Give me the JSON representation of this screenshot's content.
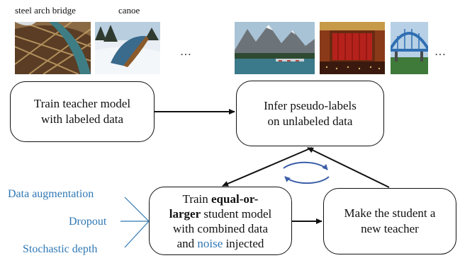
{
  "image_labels": {
    "steel_arch_bridge": "steel arch bridge",
    "canoe": "canoe"
  },
  "ellipsis": {
    "left": "…",
    "right": "…"
  },
  "boxes": {
    "teacher": {
      "line1": "Train teacher model",
      "line2": "with labeled data"
    },
    "pseudo": {
      "line1": "Infer pseudo-labels",
      "line2": "on unlabeled data"
    },
    "student": {
      "l1_pre": "Train ",
      "l1_bold": "equal-or-",
      "l2_bold": "larger",
      "l2_post": " student model",
      "l3": "with combined data",
      "l4_pre": "and ",
      "l4_noise": "noise",
      "l4_post": " injected"
    },
    "new_teacher": {
      "line1": "Make the student a",
      "line2": "new teacher"
    }
  },
  "noise_types": [
    "Data augmentation",
    "Dropout",
    "Stochastic depth"
  ],
  "colors": {
    "noise_blue": "#2f78b5",
    "cycle_arrow": "#3b5ea8",
    "stroke": "#111111"
  },
  "icons": [
    "cycle-arrows-icon"
  ]
}
